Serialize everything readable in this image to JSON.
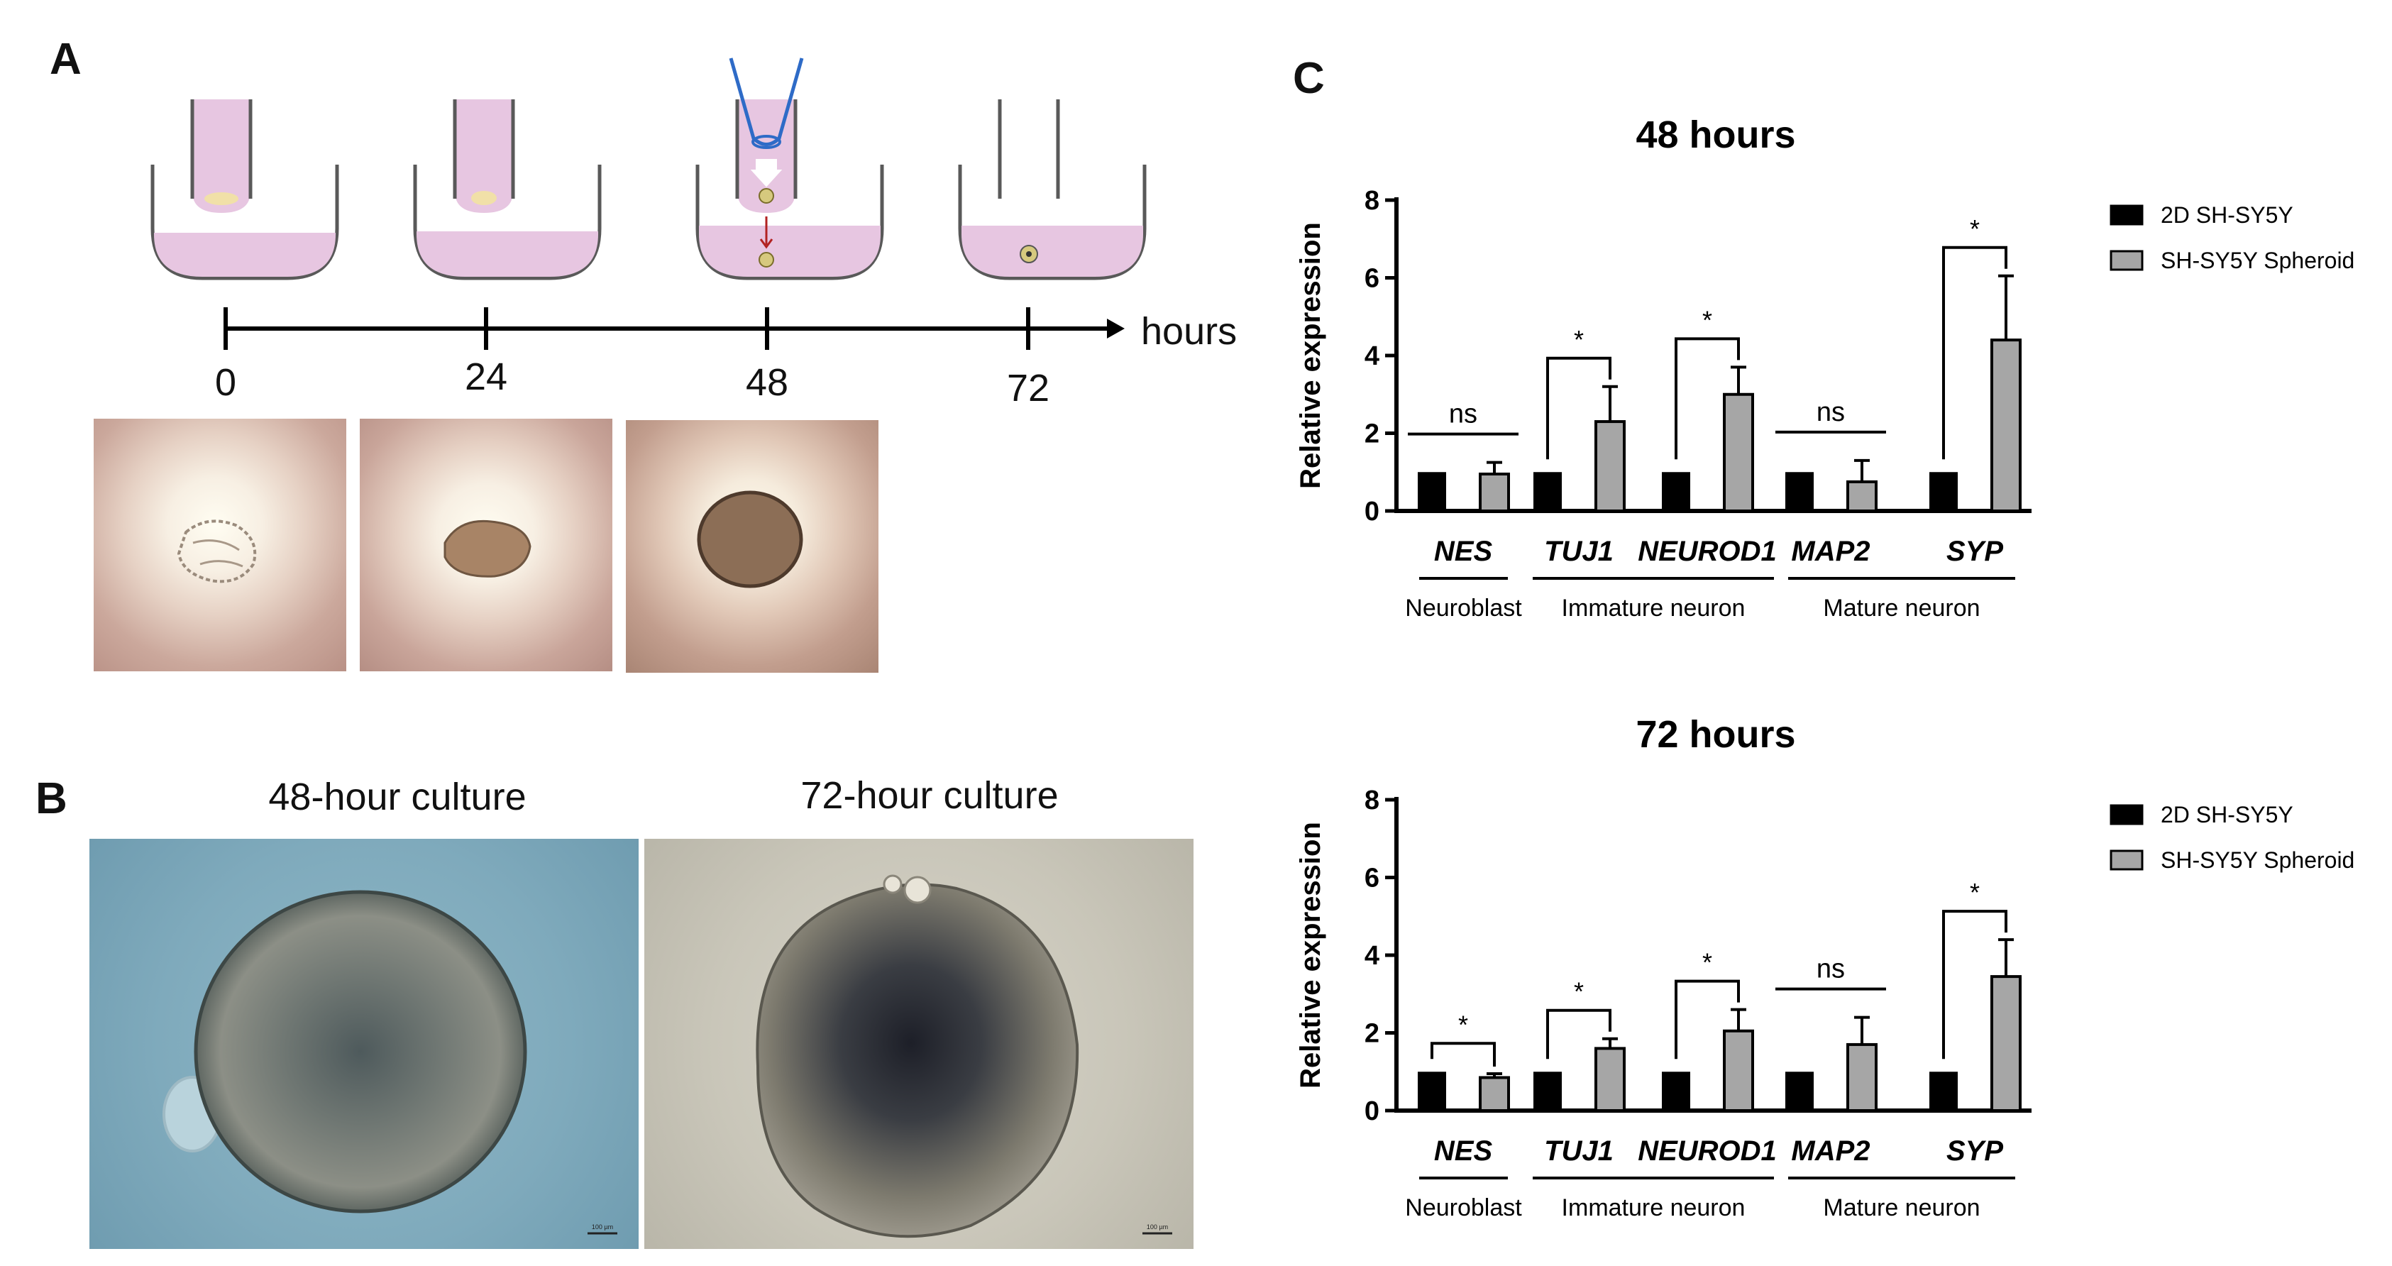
{
  "panels": {
    "a": {
      "letter": "A",
      "timeline_unit": "hours",
      "timepoints": [
        "0",
        "24",
        "48",
        "72"
      ]
    },
    "b": {
      "letter": "B",
      "titles": [
        "48-hour culture",
        "72-hour culture"
      ],
      "scale_bar_text": [
        "100 µm",
        "100 µm"
      ]
    },
    "c": {
      "letter": "C"
    }
  },
  "colors": {
    "well_fill": "#e7c6e1",
    "well_stroke": "#595959",
    "pipette": "#2e6bc7",
    "arrow": "#b22222",
    "bar_2d": "#000000",
    "bar_spheroid": "#a6a6a6",
    "photo_a_bg": "#d8bcb2",
    "photo_b_bg": "#7faabc"
  },
  "chart_data": [
    {
      "type": "bar",
      "title": "48 hours",
      "ylabel": "Relative expression",
      "ylim": [
        0,
        8
      ],
      "yticks": [
        "0",
        "2",
        "4",
        "6",
        "8"
      ],
      "categories": [
        "NES",
        "TUJ1",
        "NEUROD1",
        "MAP2",
        "SYP"
      ],
      "groups": [
        {
          "label": "Neuroblast",
          "categories": [
            "NES"
          ]
        },
        {
          "label": "Immature neuron",
          "categories": [
            "TUJ1",
            "NEUROD1"
          ]
        },
        {
          "label": "Mature neuron",
          "categories": [
            "MAP2",
            "SYP"
          ]
        }
      ],
      "series": [
        {
          "name": "2D SH-SY5Y",
          "values": [
            1,
            1,
            1,
            1,
            1
          ],
          "errors": [
            0,
            0,
            0,
            0,
            0
          ]
        },
        {
          "name": "SH-SY5Y Spheroid",
          "values": [
            0.95,
            2.3,
            3.0,
            0.75,
            4.4
          ],
          "errors": [
            0.3,
            0.9,
            0.7,
            0.55,
            1.65
          ]
        }
      ],
      "significance": [
        "ns",
        "*",
        "*",
        "ns",
        "*"
      ],
      "legend_position": "right"
    },
    {
      "type": "bar",
      "title": "72 hours",
      "ylabel": "Relative expression",
      "ylim": [
        0,
        8
      ],
      "yticks": [
        "0",
        "2",
        "4",
        "6",
        "8"
      ],
      "categories": [
        "NES",
        "TUJ1",
        "NEUROD1",
        "MAP2",
        "SYP"
      ],
      "groups": [
        {
          "label": "Neuroblast",
          "categories": [
            "NES"
          ]
        },
        {
          "label": "Immature neuron",
          "categories": [
            "TUJ1",
            "NEUROD1"
          ]
        },
        {
          "label": "Mature neuron",
          "categories": [
            "MAP2",
            "SYP"
          ]
        }
      ],
      "series": [
        {
          "name": "2D SH-SY5Y",
          "values": [
            1,
            1,
            1,
            1,
            1
          ],
          "errors": [
            0,
            0,
            0,
            0,
            0
          ]
        },
        {
          "name": "SH-SY5Y Spheroid",
          "values": [
            0.85,
            1.6,
            2.05,
            1.7,
            3.45
          ],
          "errors": [
            0.1,
            0.25,
            0.55,
            0.7,
            0.95
          ]
        }
      ],
      "significance": [
        "*",
        "*",
        "*",
        "ns",
        "*"
      ],
      "legend_position": "right"
    }
  ]
}
